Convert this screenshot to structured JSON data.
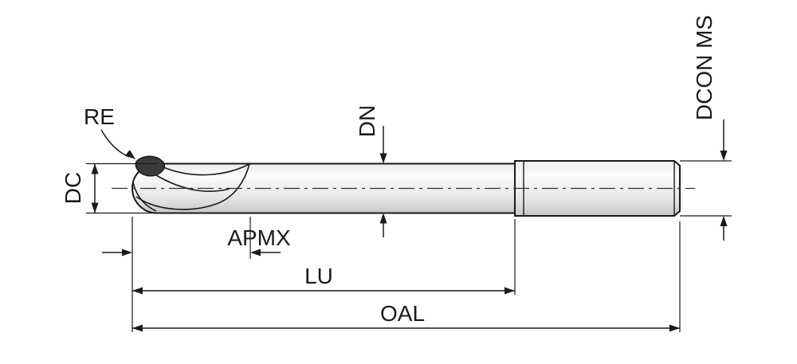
{
  "labels": {
    "re": "RE",
    "dc": "DC",
    "dn": "DN",
    "apmx": "APMX",
    "lu": "LU",
    "oal": "OAL",
    "dcon_ms": "DCON MS"
  },
  "colors": {
    "line": "#1a1a1a",
    "flute_dark": "#3a3a3a",
    "metal_light": "#fbfbfb",
    "metal_dark": "#c8c8c8",
    "background": "#ffffff"
  }
}
